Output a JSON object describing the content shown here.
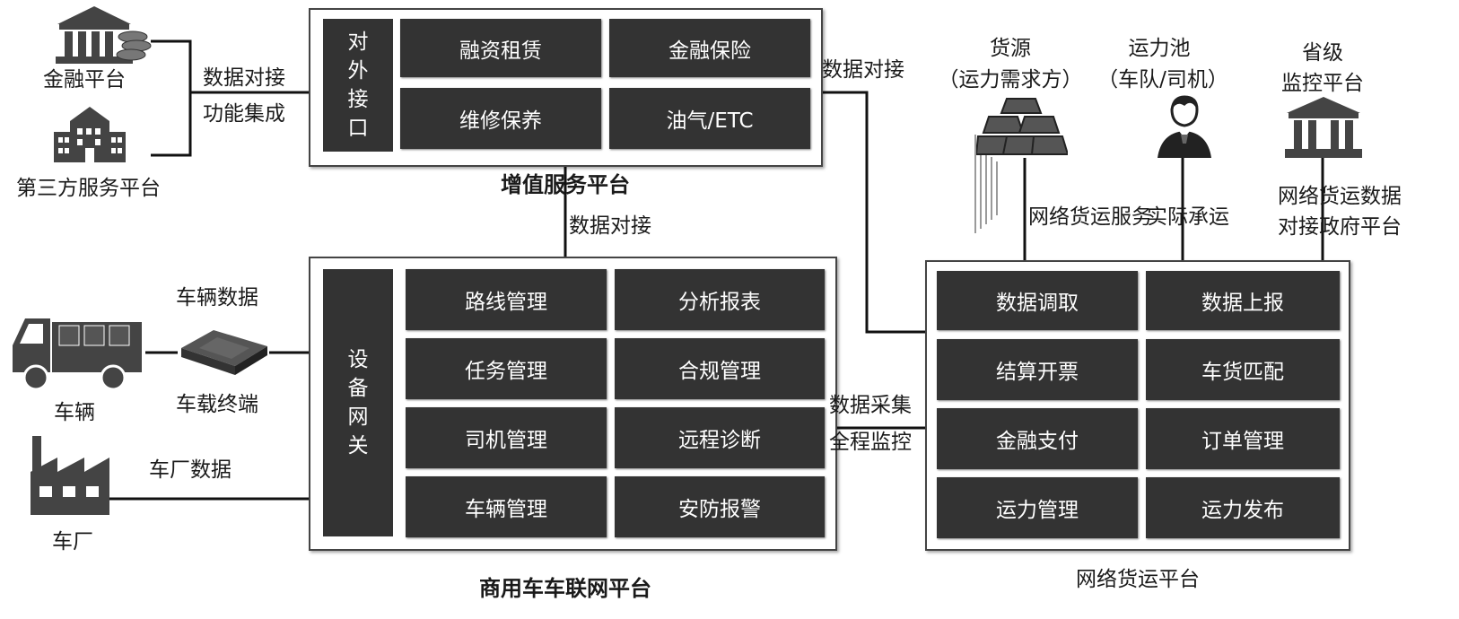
{
  "left": {
    "finance_platform": "金融平台",
    "third_party_platform": "第三方服务平台",
    "left_link_label_1": "数据对接",
    "left_link_label_2": "功能集成",
    "vehicle_data": "车辆数据",
    "vehicle": "车辆",
    "onboard_terminal": "车载终端",
    "factory_data": "车厂数据",
    "factory": "车厂"
  },
  "value_platform": {
    "title": "增值服务平台",
    "interface_chars": [
      "对",
      "外",
      "接",
      "口"
    ],
    "tiles": [
      "融资租赁",
      "金融保险",
      "维修保养",
      "油气/ETC"
    ]
  },
  "vehicle_platform": {
    "title": "商用车车联网平台",
    "gateway_chars": [
      "设",
      "备",
      "网",
      "关"
    ],
    "tiles": [
      "路线管理",
      "分析报表",
      "任务管理",
      "合规管理",
      "司机管理",
      "远程诊断",
      "车辆管理",
      "安防报警"
    ]
  },
  "freight_platform": {
    "title": "网络货运平台",
    "tiles": [
      "数据调取",
      "数据上报",
      "结算开票",
      "车货匹配",
      "金融支付",
      "订单管理",
      "运力管理",
      "运力发布"
    ]
  },
  "links": {
    "value_to_vehicle": "数据对接",
    "value_to_freight": "数据对接",
    "collect_1": "数据采集",
    "collect_2": "全程监控",
    "freight_service": "网络货运服务",
    "actual_transport": "实际承运",
    "gov_data_1": "网络货运数据",
    "gov_data_2": "对接政府平台"
  },
  "top_right": {
    "cargo_source_1": "货源",
    "cargo_source_2": "（运力需求方）",
    "capacity_pool_1": "运力池",
    "capacity_pool_2": "（车队/司机）",
    "provincial_1": "省级",
    "provincial_2": "监控平台"
  },
  "icons": [
    "bank-coins-icon",
    "building-icon",
    "truck-icon",
    "terminal-device-icon",
    "factory-icon",
    "gold-bars-icon",
    "driver-icon",
    "government-building-icon"
  ]
}
